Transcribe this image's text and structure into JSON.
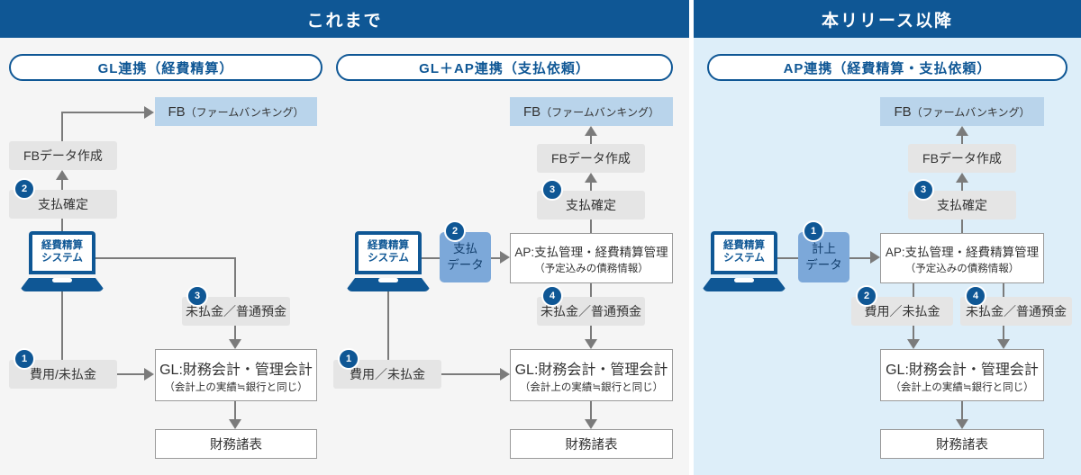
{
  "colors": {
    "primary": "#0f5795",
    "fb_box_blue": "#b9d4eb",
    "data_box_blue": "#7ca8d9",
    "data_box_text": "#14406e",
    "gray_box": "#e5e5e5",
    "panel_bg_left": "#f5f5f5",
    "panel_bg_right": "#ddeef9",
    "connector_gray": "#7b7b7b"
  },
  "panels": {
    "before": {
      "title": "これまで"
    },
    "after": {
      "title": "本リリース以降"
    }
  },
  "diagrams": {
    "d1": {
      "pill": "GL連携（経費精算）",
      "fb_abbr": "FB",
      "fb_full": "（ファームバンキング）",
      "fb_create": "FBデータ作成",
      "pay_confirm_num": "2",
      "pay_confirm": "支払確定",
      "system_line1": "経費精算",
      "system_line2": "システム",
      "deposit_num": "3",
      "deposit": "未払金／普通預金",
      "expense_num": "1",
      "expense": "費用/未払金",
      "gl_main": "GL:財務会計・管理会計",
      "gl_sub": "（会計上の実績≒銀行と同じ）",
      "statements": "財務諸表"
    },
    "d2": {
      "pill": "GL＋AP連携（支払依頼）",
      "fb_abbr": "FB",
      "fb_full": "（ファームバンキング）",
      "fb_create": "FBデータ作成",
      "pay_confirm_num": "3",
      "pay_confirm": "支払確定",
      "ap_main": "AP:支払管理・経費精算管理",
      "ap_sub": "（予定込みの債務情報）",
      "system_line1": "経費精算",
      "system_line2": "システム",
      "pay_data_num": "2",
      "pay_data_line1": "支払",
      "pay_data_line2": "データ",
      "deposit_num": "4",
      "deposit": "未払金／普通預金",
      "expense_num": "1",
      "expense": "費用／未払金",
      "gl_main": "GL:財務会計・管理会計",
      "gl_sub": "（会計上の実績≒銀行と同じ）",
      "statements": "財務諸表"
    },
    "d3": {
      "pill": "AP連携（経費精算・支払依頼）",
      "fb_abbr": "FB",
      "fb_full": "（ファームバンキング）",
      "fb_create": "FBデータ作成",
      "pay_confirm_num": "3",
      "pay_confirm": "支払確定",
      "ap_main": "AP:支払管理・経費精算管理",
      "ap_sub": "（予定込みの債務情報）",
      "system_line1": "経費精算",
      "system_line2": "システム",
      "entry_data_num": "1",
      "entry_data_line1": "計上",
      "entry_data_line2": "データ",
      "expense_num": "2",
      "expense": "費用／未払金",
      "deposit_num": "4",
      "deposit": "未払金／普通預金",
      "gl_main": "GL:財務会計・管理会計",
      "gl_sub": "（会計上の実績≒銀行と同じ）",
      "statements": "財務諸表"
    }
  }
}
